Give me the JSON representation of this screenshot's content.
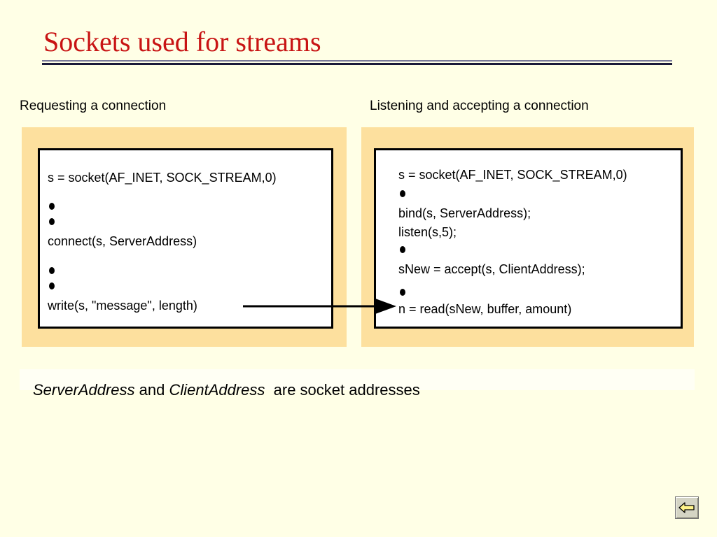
{
  "slide": {
    "title": "Sockets used for streams"
  },
  "left_panel": {
    "caption": "Requesting a connection",
    "lines": [
      "s = socket(AF_INET, SOCK_STREAM,0)",
      "connect(s, ServerAddress)",
      "write(s, \"message\", length)"
    ]
  },
  "right_panel": {
    "caption": "Listening and accepting a connection",
    "lines": [
      "s = socket(AF_INET, SOCK_STREAM,0)",
      "bind(s, ServerAddress);",
      "listen(s,5);",
      "sNew = accept(s, ClientAddress);",
      "n = read(sNew, buffer, amount)"
    ]
  },
  "note": {
    "term1": "ServerAddress",
    "and": " and ",
    "term2": "ClientAddress",
    "rest": "  are socket addresses"
  },
  "nav": {
    "back_icon": "back-arrow-icon"
  },
  "colors": {
    "title": "#c81414",
    "background": "#ffffe6",
    "panel": "#fde09e"
  }
}
